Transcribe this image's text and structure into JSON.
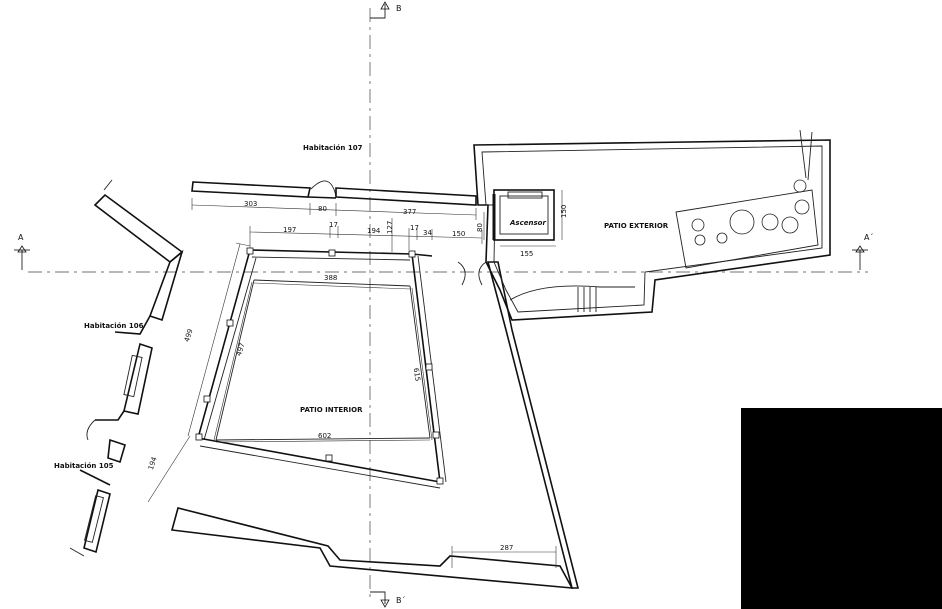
{
  "rooms": {
    "habitacion_107": "Habitación 107",
    "habitacion_106": "Habitación 106",
    "habitacion_105": "Habitación 105",
    "patio_interior": "PATIO INTERIOR",
    "patio_exterior": "PATIO EXTERIOR",
    "ascensor": "Ascensor"
  },
  "sections": {
    "a_left": "A",
    "a_right": "A´",
    "b_top": "B",
    "b_bottom": "B´"
  },
  "dimensions": {
    "d303": "303",
    "d80a": "80",
    "d377": "377",
    "d197": "197",
    "d17a": "17",
    "d194a": "194",
    "d127": "127",
    "d17b": "17",
    "d34": "34",
    "d150a": "150",
    "d80b": "80",
    "d150b": "150",
    "d155": "155",
    "d388": "388",
    "d499": "499",
    "d497": "497",
    "d615": "615",
    "d602": "602",
    "d194b": "194",
    "d287": "287"
  }
}
